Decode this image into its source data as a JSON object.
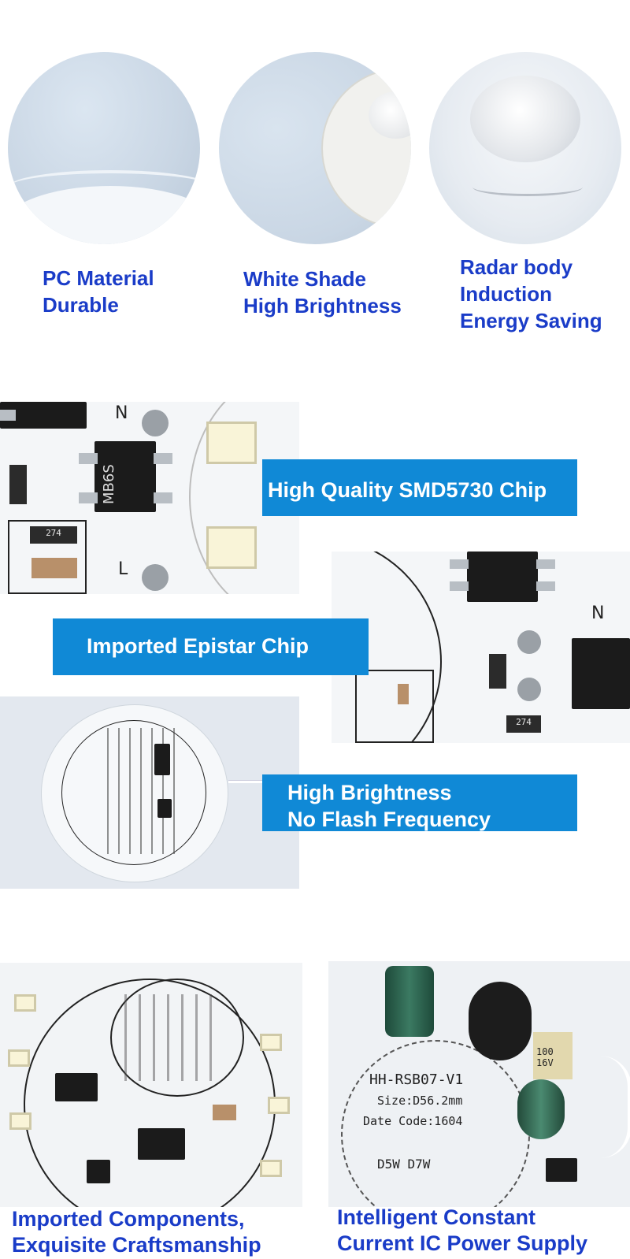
{
  "features": [
    {
      "line1": "PC Material",
      "line2": "Durable"
    },
    {
      "line1": "White Shade",
      "line2": "High Brightness"
    },
    {
      "line1": "Radar body",
      "line2": "Induction",
      "line3": "Energy Saving"
    }
  ],
  "banners": {
    "smd": "High Quality SMD5730 Chip",
    "epistar": "Imported Epistar Chip",
    "brightness_line1": "High Brightness",
    "brightness_line2": "No Flash Frequency"
  },
  "board_markings": {
    "neutral": "N",
    "live": "L",
    "bridge": "MB6S",
    "resistor": "274",
    "pcb_model": "HH-RSB07-V1",
    "pcb_size": "Size:D56.2mm",
    "pcb_date": "Date Code:1604",
    "pcb_power": "D5W D7W",
    "cap_rating": "100 16V"
  },
  "bottom": [
    {
      "line1": "Imported Components,",
      "line2": "Exquisite Craftsmanship"
    },
    {
      "line1": "Intelligent Constant",
      "line2": "Current IC Power Supply"
    }
  ],
  "colors": {
    "feature_text": "#1a3cc8",
    "banner_bg": "#1089d6",
    "banner_text": "#ffffff"
  }
}
